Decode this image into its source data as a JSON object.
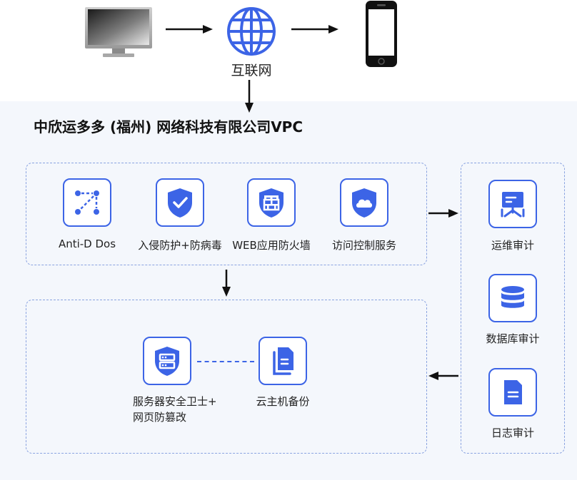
{
  "internet_label": "互联网",
  "vpc_title": "中欣运多多 (福州) 网络科技有限公司VPC",
  "services": [
    {
      "label": "Anti-D Dos",
      "icon": "network-nodes-icon"
    },
    {
      "label": "入侵防护+防病毒",
      "icon": "shield-check-icon"
    },
    {
      "label": "WEB应用防火墙",
      "icon": "firewall-shield-icon"
    },
    {
      "label": "访问控制服务",
      "icon": "cloud-shield-icon"
    }
  ],
  "hosts": [
    {
      "label_line1": "服务器安全卫士+",
      "label_line2": "网页防篡改",
      "icon": "server-shield-icon"
    },
    {
      "label": "云主机备份",
      "icon": "document-copy-icon"
    }
  ],
  "audits": [
    {
      "label": "运维审计",
      "icon": "presentation-board-icon"
    },
    {
      "label": "数据库审计",
      "icon": "database-icon"
    },
    {
      "label": "日志审计",
      "icon": "log-document-icon"
    }
  ],
  "colors": {
    "accent": "#3c64e6",
    "dashed_border": "#8aa3e0",
    "background": "#f4f7fc"
  }
}
